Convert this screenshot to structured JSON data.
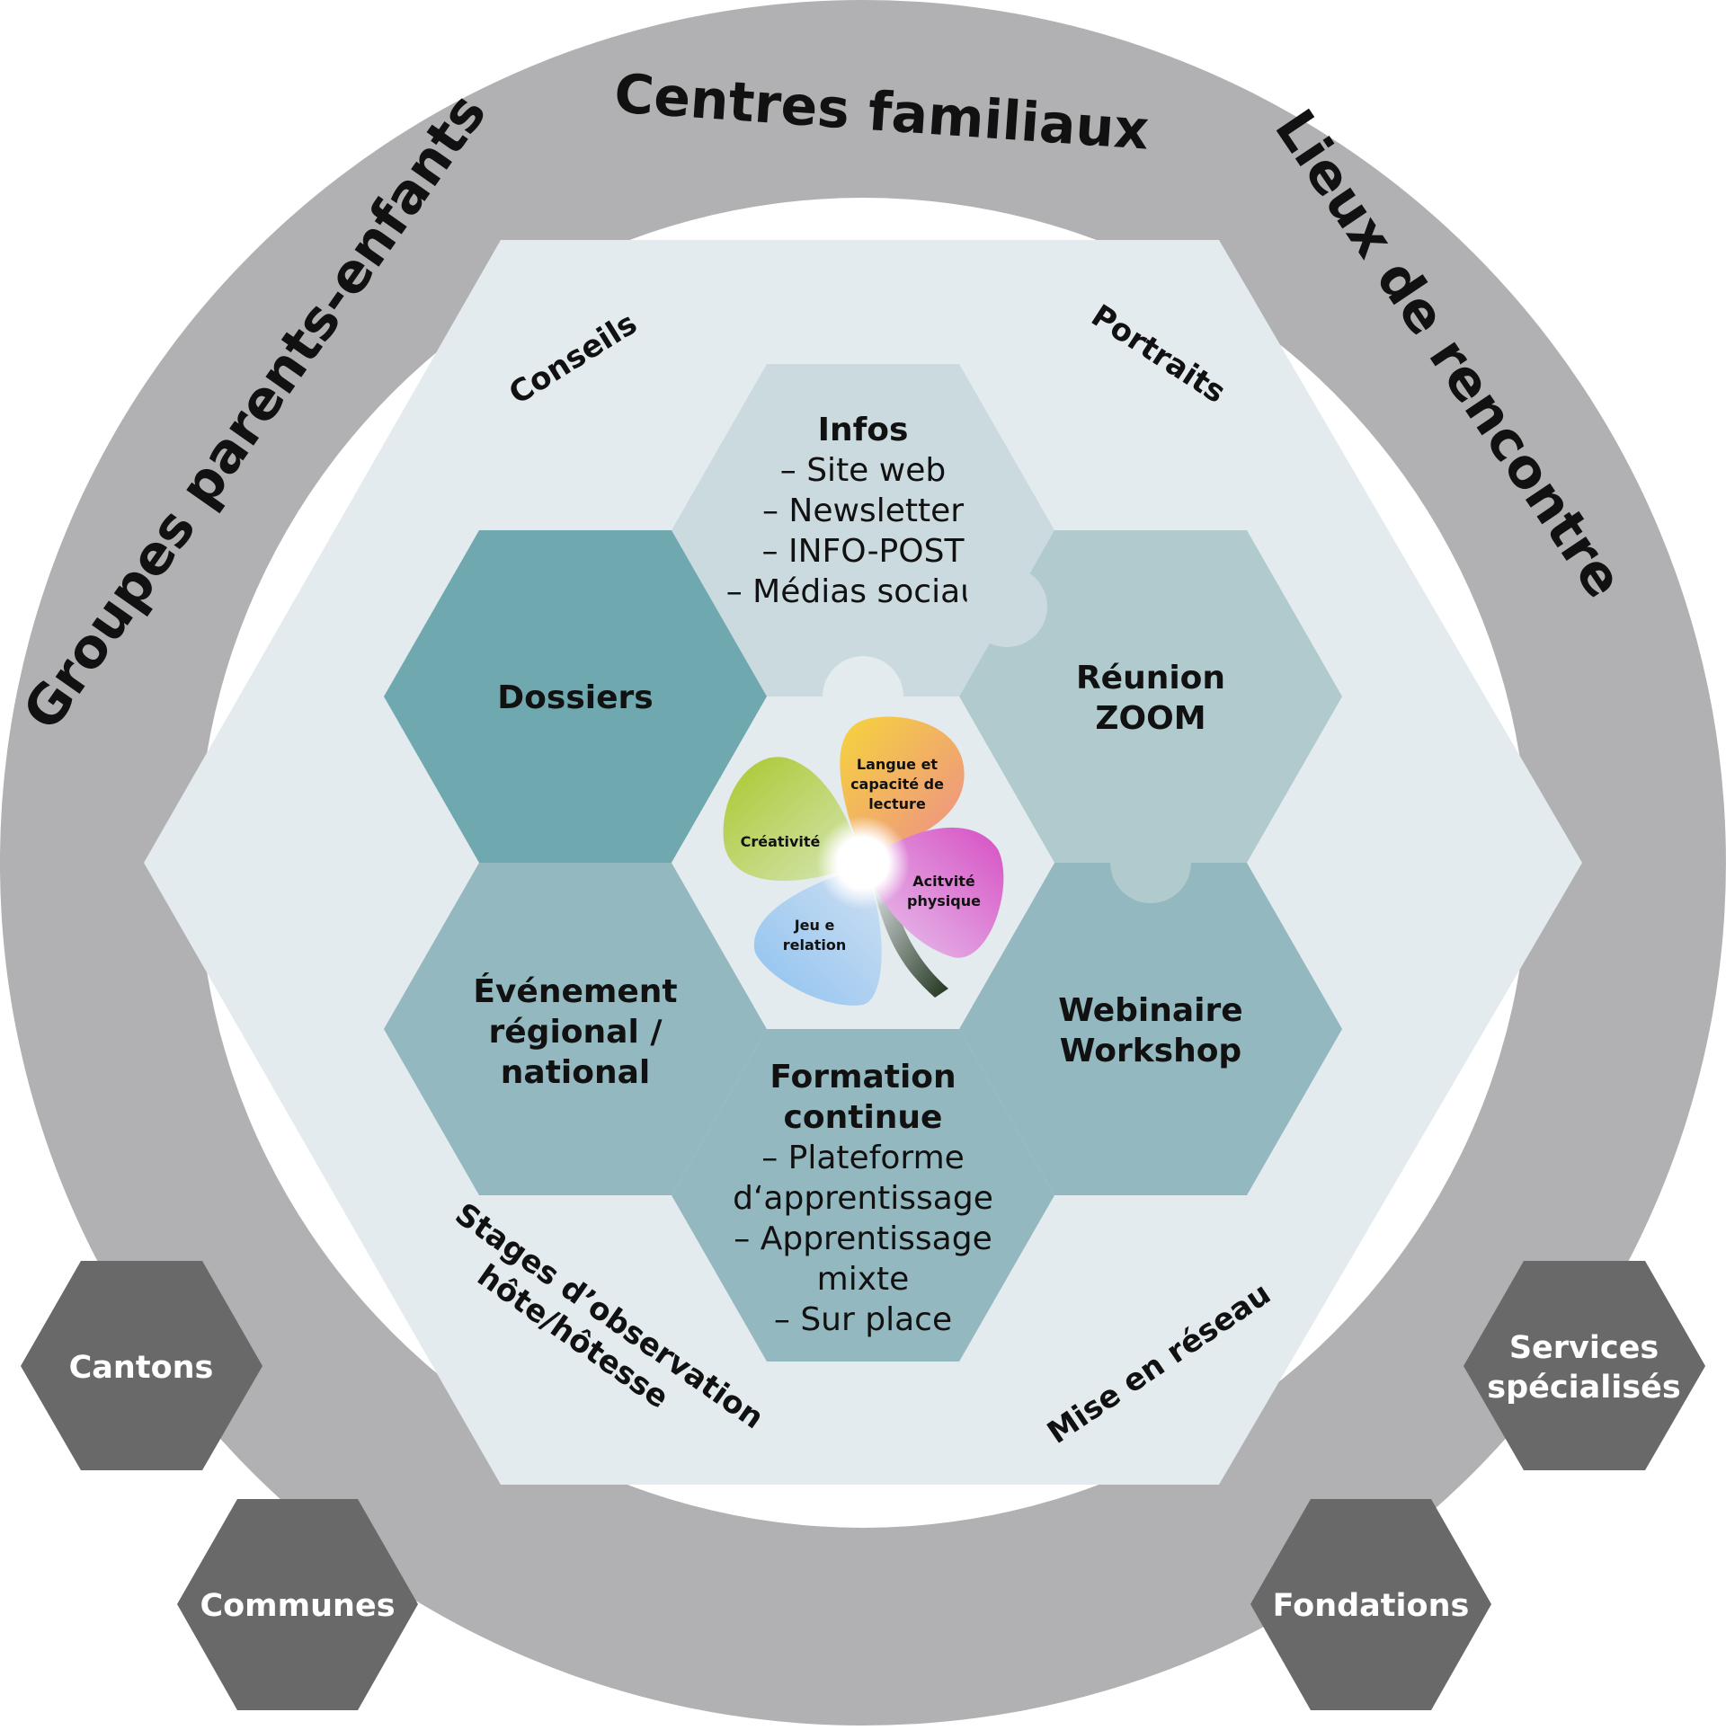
{
  "colors": {
    "ring": "#b1b1b3",
    "big_hex": "#e3ebee",
    "infos": "#cbdadf",
    "dossiers": "#70a8b0",
    "reunion": "#b0cace",
    "evenement": "#93b8bf",
    "webinaire": "#93b8bf",
    "formation": "#93b8bf",
    "center": "#e3ebee",
    "external": "#696969"
  },
  "ring": {
    "labels": [
      "Groupes parents-enfants",
      "Centres familiaux",
      "Lieux de rencontre"
    ]
  },
  "corners": {
    "conseils": "Conseils",
    "portraits": "Portraits",
    "stages_line1": "Stages d’observation",
    "stages_line2": "hôte/hôtesse",
    "reseau": "Mise en réseau"
  },
  "hexes": {
    "infos": {
      "title": "Infos",
      "items": [
        "– Site web",
        "– Newsletter",
        "– INFO-POST",
        "– Médias sociaux"
      ]
    },
    "dossiers": {
      "title": "Dossiers"
    },
    "reunion": {
      "title_line1": "Réunion",
      "title_line2": "ZOOM"
    },
    "evenement": {
      "title_line1": "Événement",
      "title_line2": "régional /",
      "title_line3": "national"
    },
    "webinaire": {
      "title_line1": "Webinaire",
      "title_line2": "Workshop"
    },
    "formation": {
      "title_line1": "Formation",
      "title_line2": "continue",
      "items": [
        "– Plateforme",
        "d‘apprentissage",
        "– Apprentissage",
        "mixte",
        "– Sur place"
      ]
    }
  },
  "clover": {
    "petals": [
      {
        "name": "langue",
        "lines": [
          "Langue et",
          "capacité de",
          "lecture"
        ]
      },
      {
        "name": "creativite",
        "lines": [
          "Créativité"
        ]
      },
      {
        "name": "activite",
        "lines": [
          "Acitvité",
          "physique"
        ]
      },
      {
        "name": "jeu",
        "lines": [
          "Jeu e",
          "relation"
        ]
      }
    ]
  },
  "external": {
    "cantons": "Cantons",
    "communes": "Communes",
    "services_line1": "Services",
    "services_line2": "spécialisés",
    "fondations": "Fondations"
  }
}
